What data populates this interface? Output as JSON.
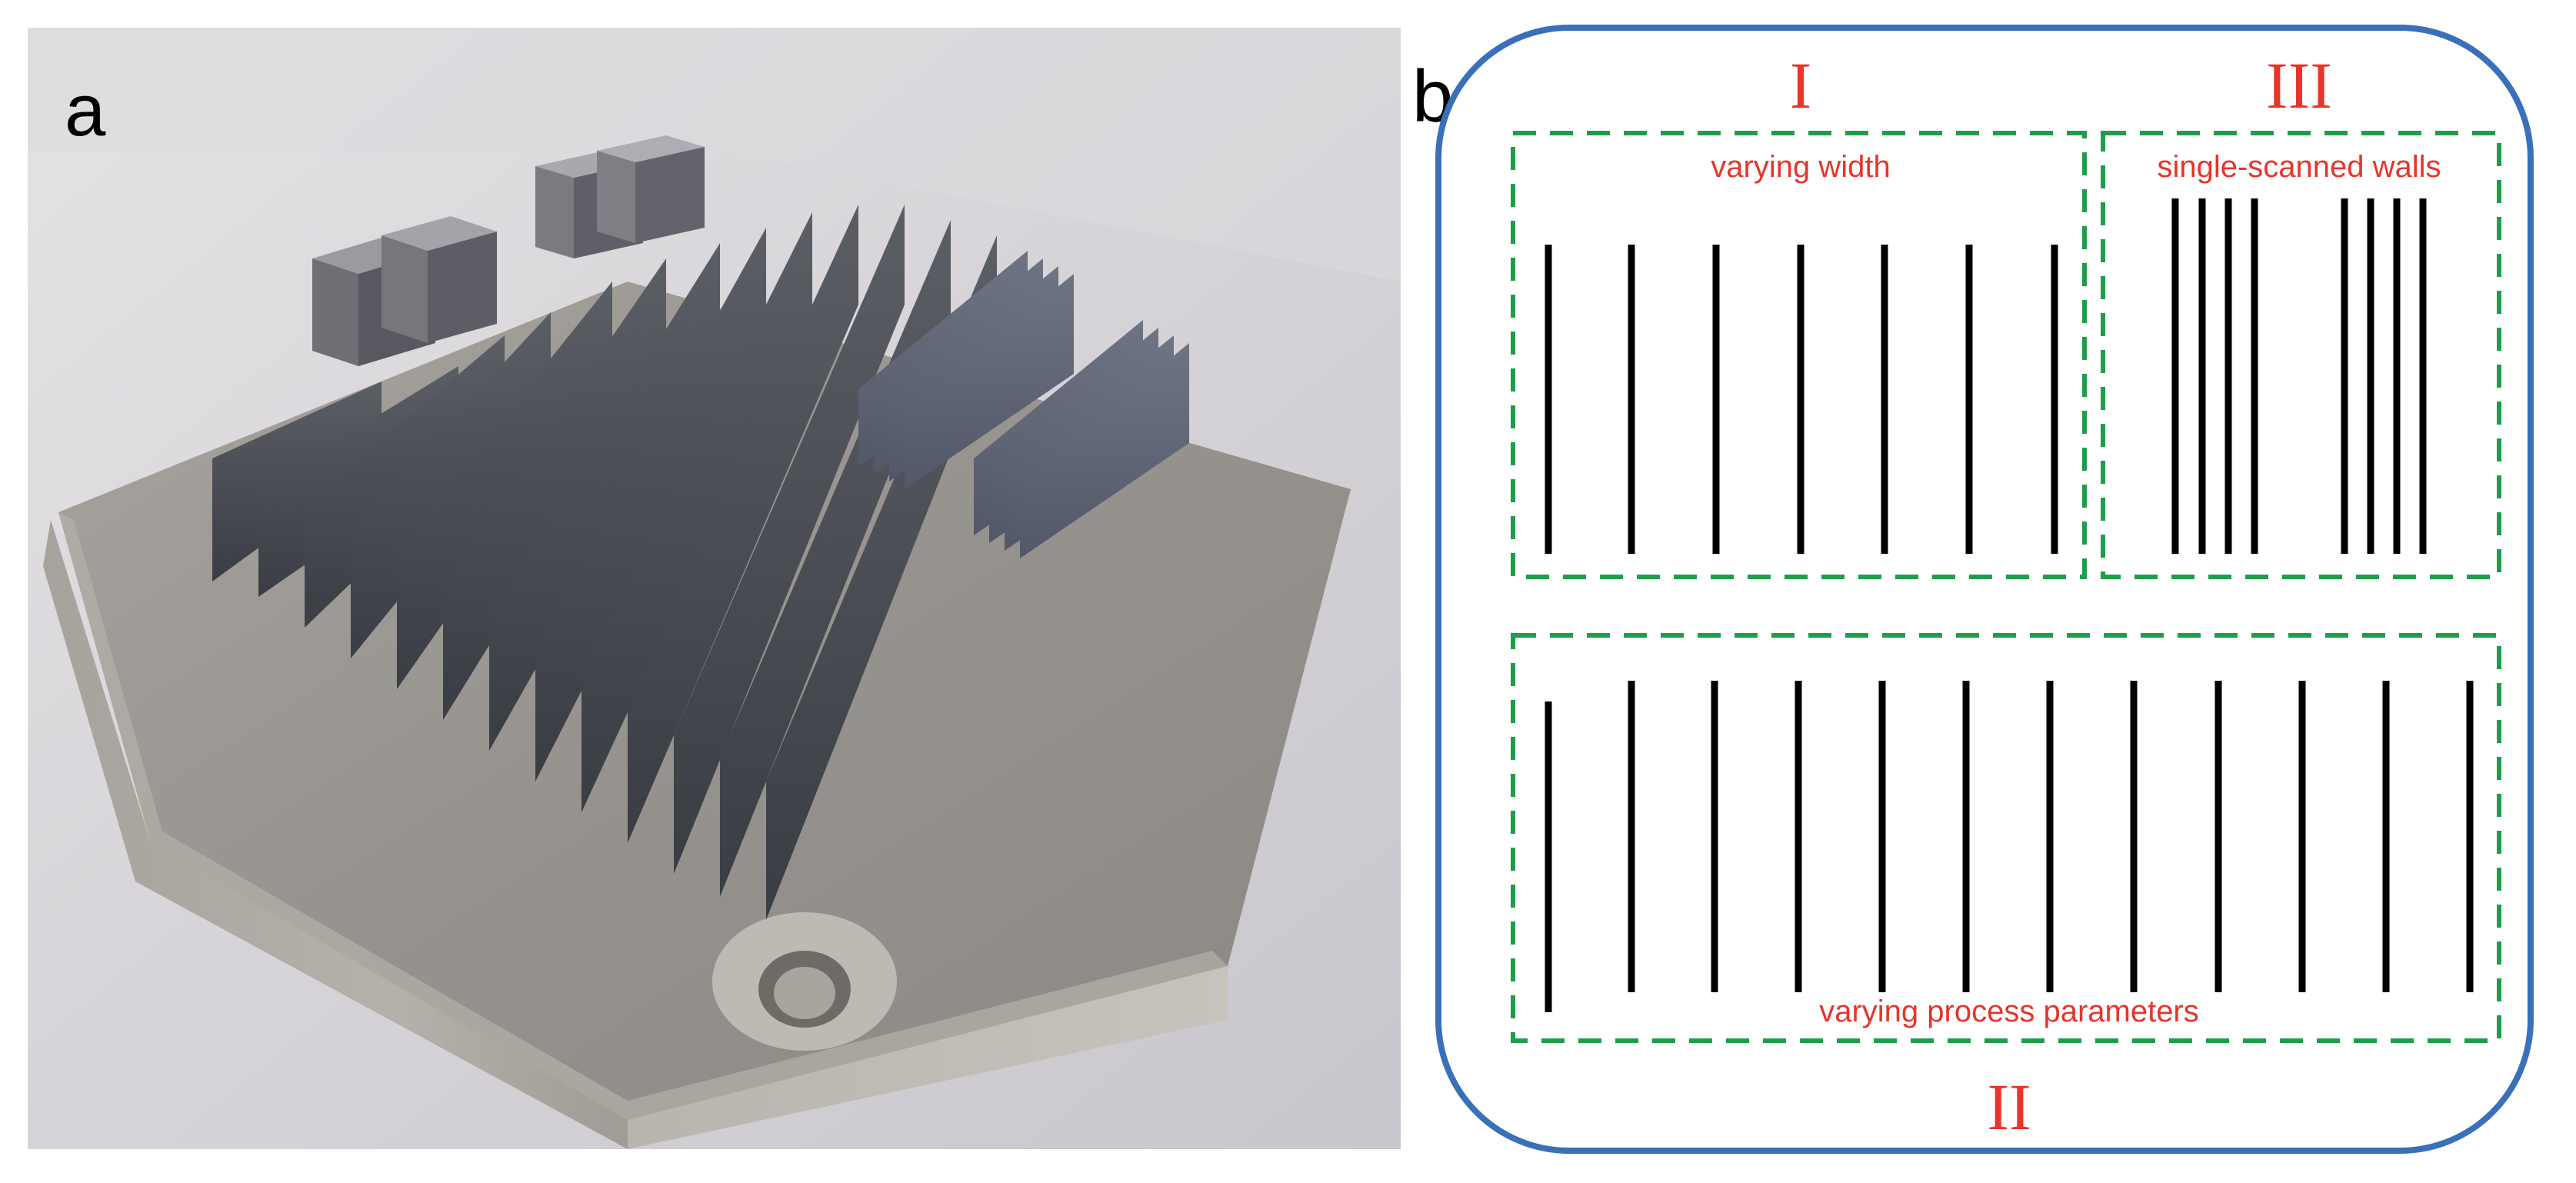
{
  "panel_a": {
    "letter": "a"
  },
  "panel_b": {
    "letter": "b",
    "regions": [
      {
        "numeral": "I",
        "caption": "varying width"
      },
      {
        "numeral": "III",
        "caption": "single-scanned walls"
      },
      {
        "numeral": "II",
        "caption": "varying process parameters"
      }
    ]
  },
  "colors": {
    "outer_border": "#3a6fba",
    "dashed_box": "#1e9e4a",
    "label_red": "#e8342a",
    "wall": "#000000"
  }
}
